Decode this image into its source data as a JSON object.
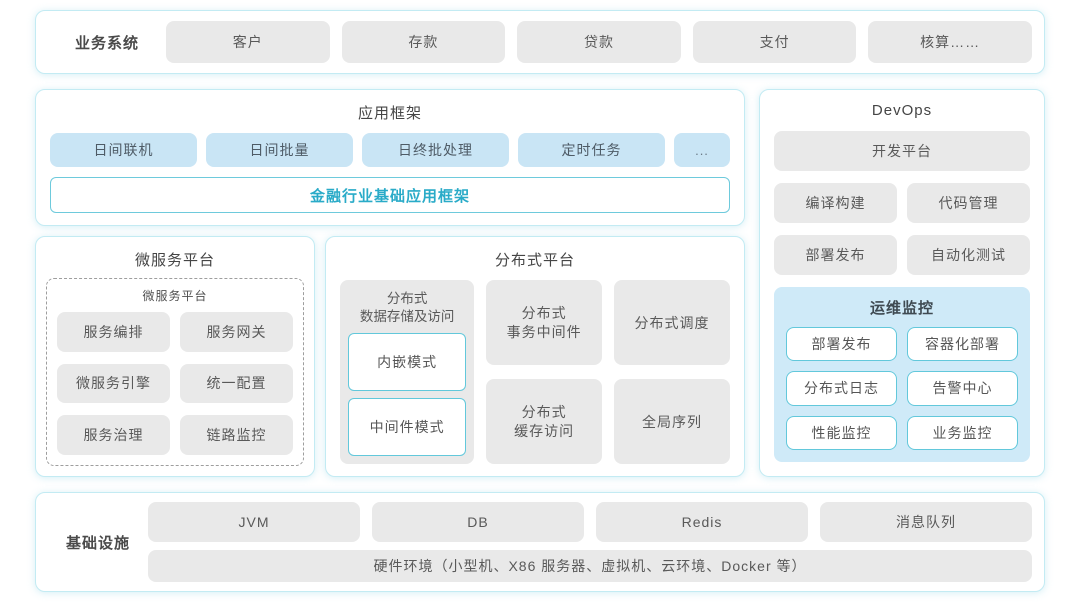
{
  "colors": {
    "panel_border": "#c3ebf3",
    "gray_box": "#e9e9e9",
    "blue_box": "#c9e5f5",
    "teal_border": "#62c8db",
    "teal_text": "#2aabc8",
    "monitor_bg": "#cfeaf8"
  },
  "business_systems": {
    "label": "业务系统",
    "items": [
      "客户",
      "存款",
      "贷款",
      "支付",
      "核算……"
    ]
  },
  "app_framework": {
    "title": "应用框架",
    "modules": [
      "日间联机",
      "日间批量",
      "日终批处理",
      "定时任务",
      "..."
    ],
    "base": "金融行业基础应用框架"
  },
  "devops": {
    "title": "DevOps",
    "platform": "开发平台",
    "tools": [
      "编译构建",
      "代码管理",
      "部署发布",
      "自动化测试"
    ],
    "monitoring": {
      "title": "运维监控",
      "items": [
        "部署发布",
        "容器化部署",
        "分布式日志",
        "告警中心",
        "性能监控",
        "业务监控"
      ]
    }
  },
  "microservice": {
    "title": "微服务平台",
    "inner_title": "微服务平台",
    "items": [
      "服务编排",
      "服务网关",
      "微服务引擎",
      "统一配置",
      "服务治理",
      "链路监控"
    ]
  },
  "distributed": {
    "title": "分布式平台",
    "storage": {
      "title": "分布式\n数据存储及访问",
      "modes": [
        "内嵌模式",
        "中间件模式"
      ]
    },
    "cells": [
      "分布式\n事务中间件",
      "分布式调度",
      "分布式\n缓存访问",
      "全局序列"
    ]
  },
  "infrastructure": {
    "label": "基础设施",
    "items": [
      "JVM",
      "DB",
      "Redis",
      "消息队列"
    ],
    "hardware": "硬件环境（小型机、X86 服务器、虚拟机、云环境、Docker 等）"
  }
}
